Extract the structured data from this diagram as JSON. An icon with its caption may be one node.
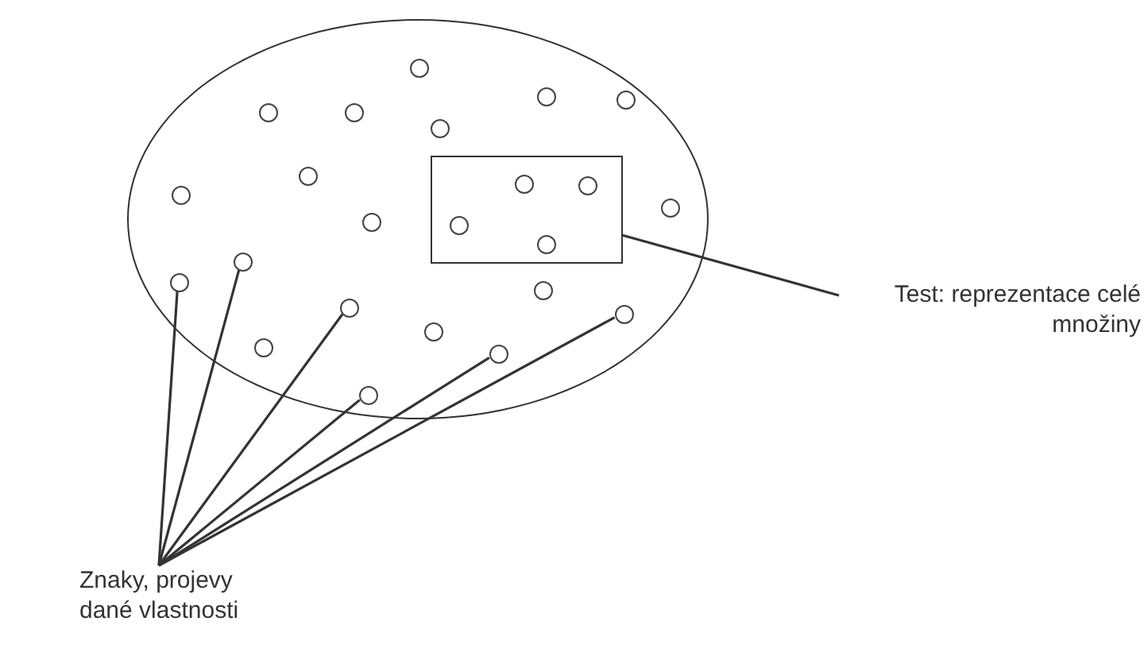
{
  "diagram": {
    "nodes": [
      {
        "text": [],
        "shape": "ellipse"
      },
      {
        "text": [],
        "shape": "circle",
        "in": 0
      },
      {
        "text": [],
        "shape": "circle",
        "in": 0
      },
      {
        "text": [],
        "shape": "circle",
        "in": 0
      },
      {
        "text": [],
        "shape": "circle",
        "in": 0
      },
      {
        "text": [],
        "shape": "circle",
        "in": 0
      },
      {
        "text": [],
        "shape": "circle",
        "in": 0
      },
      {
        "text": [],
        "shape": "box",
        "in": 0
      },
      {
        "text": [],
        "shape": "circle",
        "in": 7
      },
      {
        "text": [],
        "shape": "circle",
        "in": 7
      },
      {
        "text": [],
        "shape": "circle",
        "in": 7
      },
      {
        "text": [],
        "shape": "circle",
        "in": 7
      },
      {
        "text": [],
        "shape": "circle",
        "in": 0
      },
      {
        "text": [],
        "shape": "circle",
        "in": 0
      },
      {
        "text": [],
        "shape": "circle",
        "in": 0
      },
      {
        "text": [],
        "shape": "circle",
        "in": 0
      },
      {
        "text": [],
        "shape": "circle",
        "in": 0
      },
      {
        "text": [],
        "shape": "circle",
        "in": 0
      },
      {
        "text": [],
        "shape": "circle",
        "in": 0
      },
      {
        "text": [],
        "shape": "circle",
        "in": 0
      },
      {
        "text": [],
        "shape": "circle",
        "in": 0
      },
      {
        "text": [],
        "shape": "circle",
        "in": 0
      },
      {
        "text": [],
        "shape": "circle",
        "in": 0
      },
      {
        "text": [],
        "shape": "circle",
        "in": 0
      },
      {
        "text": [],
        "shape": "circle",
        "in": 0
      },
      {
        "text": [
          "Test: reprezentace celé množiny"
        ]
      },
      {
        "text": [
          "Znaky, projevy dané vlastnosti"
        ]
      }
    ],
    "edges": [
      {
        "from": 25,
        "to": 7,
        "arrow": "none"
      },
      {
        "from": 26,
        "to": 17,
        "arrow": "none"
      },
      {
        "from": 26,
        "to": 16,
        "arrow": "none"
      },
      {
        "from": 26,
        "to": 19,
        "arrow": "none"
      },
      {
        "from": 26,
        "to": 24,
        "arrow": "none"
      },
      {
        "from": 26,
        "to": 23,
        "arrow": "none"
      },
      {
        "from": 26,
        "to": 20,
        "arrow": "none"
      }
    ]
  }
}
